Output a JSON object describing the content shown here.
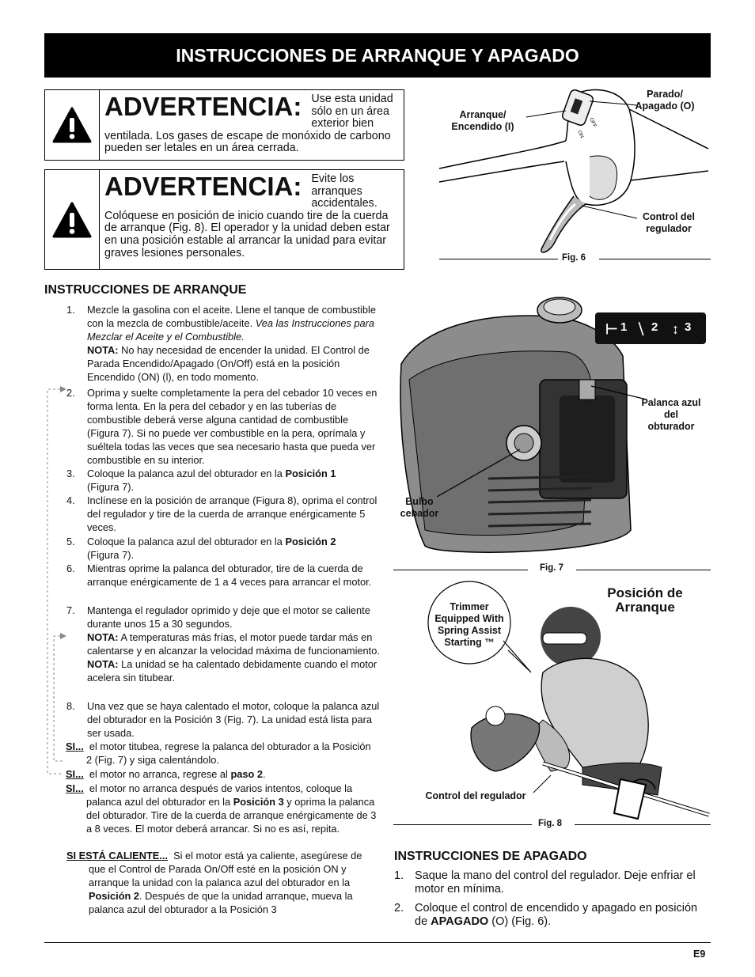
{
  "header": {
    "title": "INSTRUCCIONES DE ARRANQUE Y APAGADO"
  },
  "warning1": {
    "title": "ADVERTENCIA:",
    "lead": "Use esta unidad sólo en un área",
    "body": "exterior bien ventilada. Los gases de escape de monóxido de carbono pueden ser letales en un área cerrada."
  },
  "warning2": {
    "title": "ADVERTENCIA:",
    "lead": "Evite los arranques",
    "body": "accidentales. Colóquese en posición de inicio cuando tire de la cuerda de arranque (Fig. 8). El operador y la unidad deben estar en una posición estable al arrancar la unidad para evitar graves lesiones personales."
  },
  "start": {
    "heading": "INSTRUCCIONES DE ARRANQUE",
    "s1": {
      "num": "1.",
      "a": "Mezcle la gasolina con el aceite. Llene el tanque de combustible con la mezcla de combustible/aceite.",
      "b": "Vea las Instrucciones para Mezclar el Aceite y el Combustible.",
      "note_label": "NOTA:",
      "note": "No hay necesidad de encender la unidad. El Control de Parada Encendido/Apagado (On/Off) está en la posición Encendido (ON) (l), en todo momento."
    },
    "s2": {
      "num": "2.",
      "text": "Oprima y suelte completamente la pera del cebador 10 veces en forma lenta.  En la pera del cebador y en las tuberías de combustible deberá verse alguna cantidad de combustible (Figura 7).  Si no puede ver combustible en la pera, oprímala y suéltela todas las veces que sea necesario hasta que pueda ver combustible en su interior."
    },
    "s3": {
      "num": "3.",
      "a": "Coloque la palanca azul del obturador en la",
      "b": "Posición 1",
      "c": "(Figura 7)."
    },
    "s4": {
      "num": "4.",
      "text": "Inclínese en la posición de arranque (Figura 8), oprima el control del regulador y tire de la cuerda de arranque enérgicamente 5 veces."
    },
    "s5": {
      "num": "5.",
      "a": "Coloque la palanca azul del obturador en la",
      "b": "Posición 2",
      "c": "(Figura 7)."
    },
    "s6": {
      "num": "6.",
      "text": "Mientras oprime la palanca del obturador, tire de la cuerda de arranque enérgicamente de 1 a 4 veces para arrancar el motor."
    },
    "s7": {
      "num": "7.",
      "text": "Mantenga el regulador oprimido y deje que el motor se caliente durante unos 15 a 30 segundos.",
      "note1_label": "NOTA:",
      "note1": "A temperaturas más frías, el motor puede tardar más en calentarse y en alcanzar la velocidad máxima de funcionamiento.",
      "note2_label": "NOTA:",
      "note2": "La unidad se ha calentado debidamente cuando el motor acelera sin titubear."
    },
    "s8": {
      "num": "8.",
      "text": "Una vez que se haya calentado el motor, coloque la palanca azul del obturador en la Posición 3 (Fig. 7). La unidad está lista para ser usada."
    },
    "si1": {
      "label": "SI...",
      "text": "el motor titubea, regrese la palanca del obturador  a la Posición 2 (Fig. 7) y siga calentándolo."
    },
    "si2": {
      "label": "SI...",
      "a": "el motor no arranca, regrese al",
      "b": "paso 2",
      "c": "."
    },
    "si3": {
      "label": "SI...",
      "a": "el motor no arranca después de varios intentos, coloque la palanca azul del obturador en la",
      "b": "Posición 3",
      "c": "y oprima la palanca del obturador.  Tire de la cuerda de arranque enérgicamente de 3 a 8 veces.  El motor deberá arrancar. Si no es así, repita."
    },
    "hot": {
      "label": "SI ESTÁ CALIENTE...",
      "a": "Si el motor está ya caliente, asegúrese de que el Control de Parada On/Off esté en la posición ON y arranque la unidad con la palanca azul del obturador en la",
      "b": "Posición 2",
      "c": ". Después de que la unidad arranque, mueva la palanca azul del obturador a la Posición 3"
    }
  },
  "fig6": {
    "label_start": "Arranque/ Encendido (I)",
    "label_stop": "Parado/ Apagado (O)",
    "label_throttle": "Control del regulador",
    "caption": "Fig. 6",
    "on": "ON",
    "off": "OFF"
  },
  "fig7": {
    "label_choke": "Palanca azul del obturador",
    "label_bulb": "Bulbo cebador",
    "caption": "Fig. 7",
    "pos1": "1",
    "pos2": "2",
    "pos3": "3"
  },
  "fig8": {
    "title": "Posición de Arranque",
    "bubble": "Trimmer Equipped With Spring Assist Starting ™",
    "label_throttle": "Control del regulador",
    "caption": "Fig. 8"
  },
  "shutdown": {
    "heading": "INSTRUCCIONES DE APAGADO",
    "s1": {
      "num": "1.",
      "text": "Saque la mano del control del regulador. Deje enfriar el motor en mínima."
    },
    "s2": {
      "num": "2.",
      "a": "Coloque el control de encendido y apagado en posición de",
      "b": "APAGADO",
      "c": "(O) (Fig. 6)."
    }
  },
  "footer": {
    "page": "E9"
  }
}
